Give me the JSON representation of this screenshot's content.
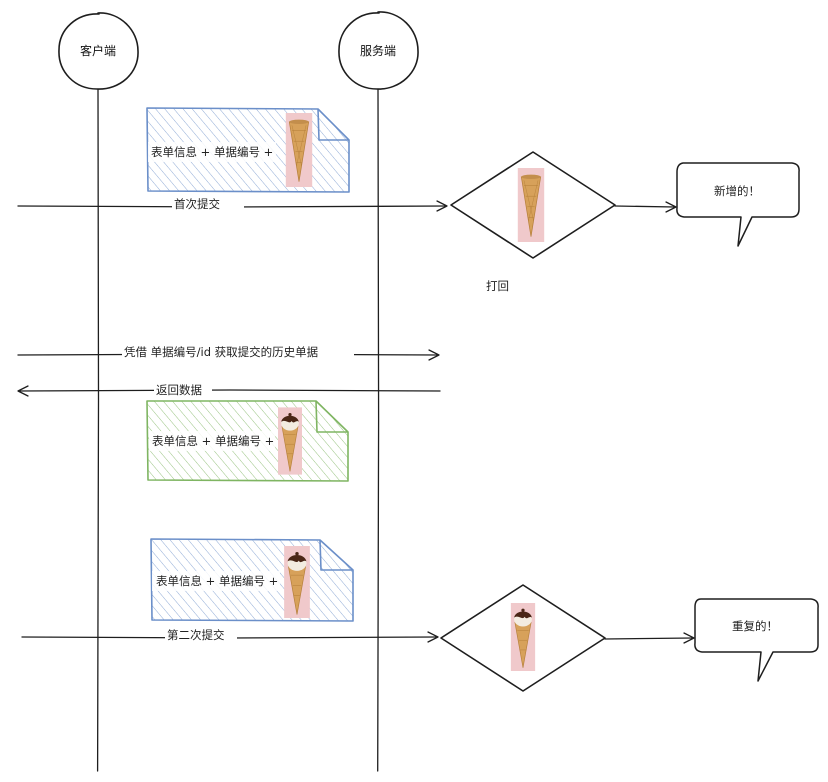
{
  "participants": {
    "client": "客户端",
    "server": "服务端"
  },
  "messages": {
    "first_submit": "首次提交",
    "query": "凭借 单据编号/id 获取提交的历史单据",
    "return_data": "返回数据",
    "second_submit": "第二次提交"
  },
  "documents": {
    "doc1": "表单信息 + 单据编号 +",
    "doc2": "表单信息 + 单据编号 +",
    "doc3": "表单信息 + 单据编号 +"
  },
  "notes": {
    "reject": "打回",
    "new": "新增的！",
    "duplicate": "重复的！"
  },
  "icons": {
    "plain_cone": "ice-cream-cone-icon",
    "chocolate_cone": "chocolate-ice-cream-cone-icon"
  },
  "colors": {
    "blue_hatch": "#6b8fc9",
    "green_hatch": "#7fb562",
    "icon_bg": "#f0c9cb",
    "ink": "#1e1e1e"
  }
}
